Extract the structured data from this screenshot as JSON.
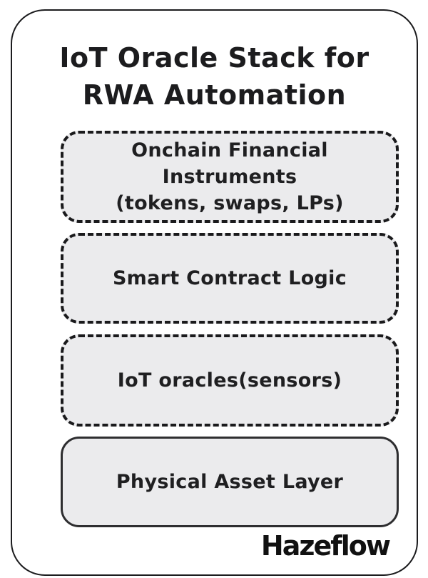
{
  "title": {
    "line1": "IoT Oracle Stack for",
    "line2": "RWA Automation"
  },
  "stack": {
    "layers": [
      {
        "label": "Onchain Financial Instruments",
        "sublabel": "(tokens, swaps, LPs)",
        "border_style": "dashed"
      },
      {
        "label": "Smart Contract Logic",
        "sublabel": "",
        "border_style": "dashed"
      },
      {
        "label": "IoT oracles(sensors)",
        "sublabel": "",
        "border_style": "dashed"
      },
      {
        "label": "Physical Asset Layer",
        "sublabel": "",
        "border_style": "solid"
      }
    ]
  },
  "branding": {
    "logo_text": "Hazeflow"
  },
  "colors": {
    "background": "#ffffff",
    "box_fill": "#ebebed",
    "stroke": "#1a1a1c",
    "text": "#1f1f21"
  }
}
